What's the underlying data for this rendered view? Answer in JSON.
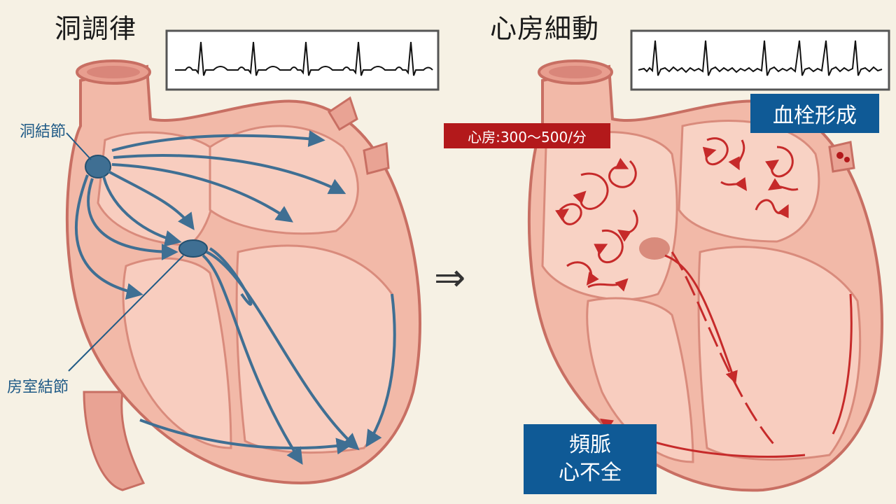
{
  "left": {
    "title": "洞調律",
    "sa_node_label": "洞結節",
    "av_node_label": "房室結節"
  },
  "right": {
    "title": "心房細動",
    "atrial_rate_label": "心房:300〜500/分",
    "thrombus_label": "血栓形成",
    "complication_line1": "頻脈",
    "complication_line2": "心不全"
  },
  "transition_arrow": "⇒",
  "colors": {
    "background": "#f6f1e4",
    "heart_fill": "#f2b9a8",
    "heart_stroke": "#c86f63",
    "conduction_blue": "#3f6f93",
    "fibrillation_red": "#c62a2a",
    "label_box_blue": "#0f5a96",
    "label_box_red": "#b3191b"
  }
}
